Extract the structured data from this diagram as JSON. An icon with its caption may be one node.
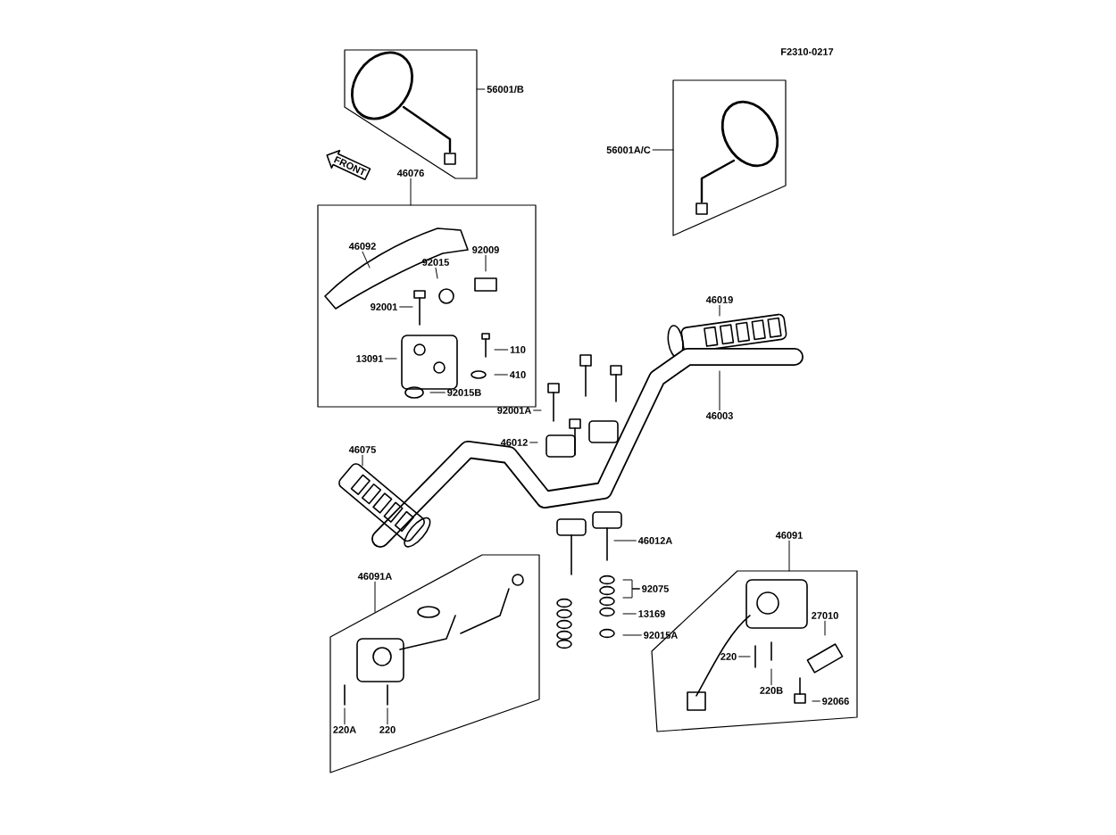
{
  "diagram": {
    "nodes": [
      {
        "text": [],
        "shape": "box"
      },
      {
        "text": [
          "56001/B"
        ]
      },
      {
        "text": [],
        "shape": "box"
      },
      {
        "text": [
          "56001A/C"
        ]
      },
      {
        "text": [
          "FRONT"
        ]
      },
      {
        "text": [
          "46076"
        ]
      },
      {
        "text": [],
        "shape": "box"
      },
      {
        "text": [
          "46092"
        ],
        "in": 6
      },
      {
        "text": [
          "92009"
        ],
        "in": 6
      },
      {
        "text": [
          "92015"
        ],
        "in": 6
      },
      {
        "text": [
          "92001"
        ],
        "in": 6
      },
      {
        "text": [
          "13091"
        ],
        "in": 6
      },
      {
        "text": [
          "110"
        ],
        "in": 6
      },
      {
        "text": [
          "410"
        ],
        "in": 6
      },
      {
        "text": [
          "92015B"
        ],
        "in": 6
      },
      {
        "text": [
          "46019"
        ]
      },
      {
        "text": [
          "46003"
        ]
      },
      {
        "text": [
          "92001A"
        ]
      },
      {
        "text": [
          "46012"
        ]
      },
      {
        "text": [
          "46075"
        ]
      },
      {
        "text": [
          "46012A"
        ]
      },
      {
        "text": [
          "46091A"
        ]
      },
      {
        "text": [],
        "shape": "box"
      },
      {
        "text": [
          "92075"
        ]
      },
      {
        "text": [
          "13169"
        ]
      },
      {
        "text": [
          "92015A"
        ]
      },
      {
        "text": [
          "46091"
        ]
      },
      {
        "text": [],
        "shape": "box"
      },
      {
        "text": [
          "27010"
        ],
        "in": 27
      },
      {
        "text": [
          "220"
        ],
        "in": 27
      },
      {
        "text": [
          "220B"
        ],
        "in": 27
      },
      {
        "text": [
          "92066"
        ],
        "in": 27
      },
      {
        "text": [
          "220A"
        ],
        "in": 22
      },
      {
        "text": [
          "220"
        ],
        "in": 22
      }
    ],
    "edges": [
      {
        "from": 1,
        "to": 0,
        "arrow": "none"
      },
      {
        "from": 3,
        "to": 2,
        "arrow": "none"
      },
      {
        "from": 5,
        "to": 6,
        "arrow": "none"
      },
      {
        "from": 7,
        "to": null,
        "arrow": "none"
      },
      {
        "from": 8,
        "to": null,
        "arrow": "none"
      },
      {
        "from": 9,
        "to": null,
        "arrow": "none"
      },
      {
        "from": 10,
        "to": null,
        "arrow": "none"
      },
      {
        "from": 11,
        "to": null,
        "arrow": "none"
      },
      {
        "from": 12,
        "to": null,
        "arrow": "none"
      },
      {
        "from": 13,
        "to": null,
        "arrow": "none"
      },
      {
        "from": 14,
        "to": null,
        "arrow": "none"
      },
      {
        "from": 15,
        "to": null,
        "arrow": "none"
      },
      {
        "from": 16,
        "to": null,
        "arrow": "none"
      },
      {
        "from": 17,
        "to": null,
        "arrow": "none"
      },
      {
        "from": 18,
        "to": null,
        "arrow": "none"
      },
      {
        "from": 19,
        "to": null,
        "arrow": "none"
      },
      {
        "from": 20,
        "to": null,
        "arrow": "none"
      },
      {
        "from": 21,
        "to": 22,
        "arrow": "none"
      },
      {
        "from": 23,
        "to": null,
        "arrow": "none"
      },
      {
        "from": 23,
        "to": null,
        "arrow": "none"
      },
      {
        "from": 24,
        "to": null,
        "arrow": "none"
      },
      {
        "from": 25,
        "to": null,
        "arrow": "none"
      },
      {
        "from": 26,
        "to": 27,
        "arrow": "none"
      },
      {
        "from": 28,
        "to": null,
        "arrow": "none"
      },
      {
        "from": 29,
        "to": null,
        "arrow": "none"
      },
      {
        "from": 30,
        "to": null,
        "arrow": "none"
      },
      {
        "from": 31,
        "to": null,
        "arrow": "none"
      },
      {
        "from": 32,
        "to": null,
        "arrow": "none"
      },
      {
        "from": 33,
        "to": null,
        "arrow": "none"
      }
    ],
    "labels": [
      "F2310-0217"
    ]
  }
}
